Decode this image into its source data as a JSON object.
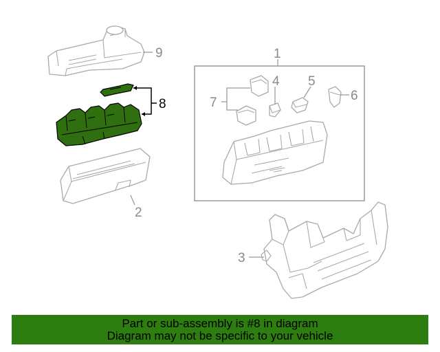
{
  "diagram": {
    "callouts": [
      {
        "id": "1",
        "label": "1"
      },
      {
        "id": "2",
        "label": "2"
      },
      {
        "id": "3",
        "label": "3"
      },
      {
        "id": "4",
        "label": "4"
      },
      {
        "id": "5",
        "label": "5"
      },
      {
        "id": "6",
        "label": "6"
      },
      {
        "id": "7",
        "label": "7"
      },
      {
        "id": "8",
        "label": "8",
        "highlighted": true
      },
      {
        "id": "9",
        "label": "9"
      }
    ],
    "highlight_color": "#2e7d10"
  },
  "banner": {
    "line1": "Part or sub-assembly is #8 in diagram",
    "line2": "Diagram may not be specific to your vehicle"
  }
}
